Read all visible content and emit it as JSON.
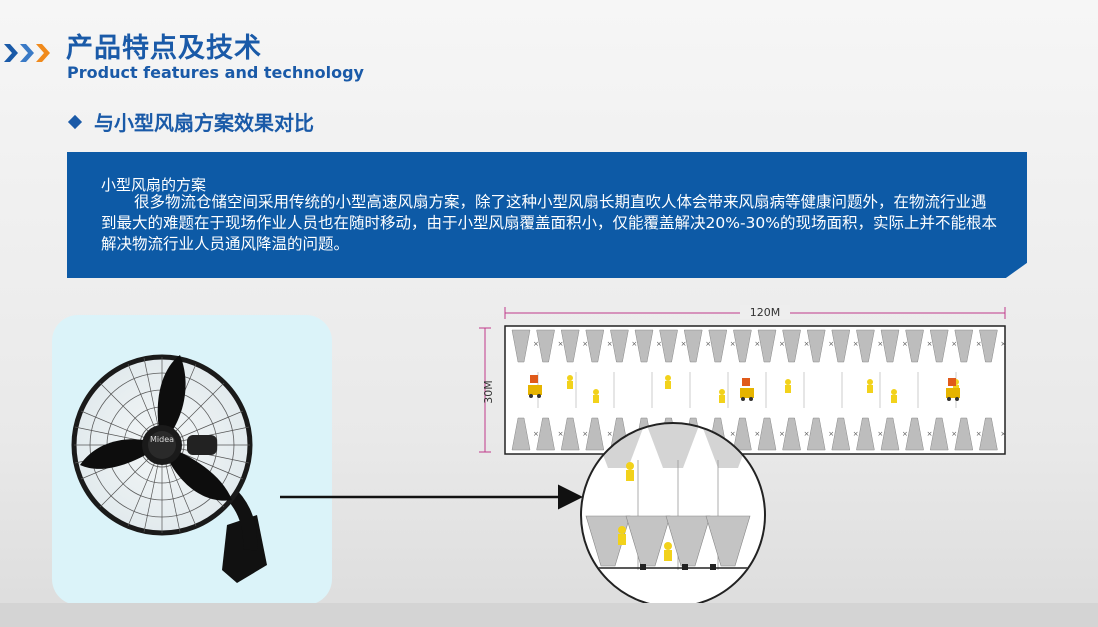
{
  "header": {
    "title_cn": "产品特点及技术",
    "title_en": "Product features and technology"
  },
  "subheading": "与小型风扇方案效果对比",
  "banner": {
    "heading": "小型风扇的方案",
    "body": "很多物流仓储空间采用传统的小型高速风扇方案，除了这种小型风扇长期直吹人体会带来风扇病等健康问题外，在物流行业遇到最大的难题在于现场作业人员也在随时移动，由于小型风扇覆盖面积小，仅能覆盖解决20%-30%的现场面积，实际上并不能根本解决物流行业人员通风降温的问题。"
  },
  "fan_image": {
    "brand": "Midea"
  },
  "diagram": {
    "width_label": "120M",
    "height_label": "30M"
  },
  "colors": {
    "brand_blue": "#1a5aa8",
    "banner_blue": "#0d5aa6",
    "chevron_dark": "#1a5aa8",
    "chevron_light": "#f08a1c"
  }
}
